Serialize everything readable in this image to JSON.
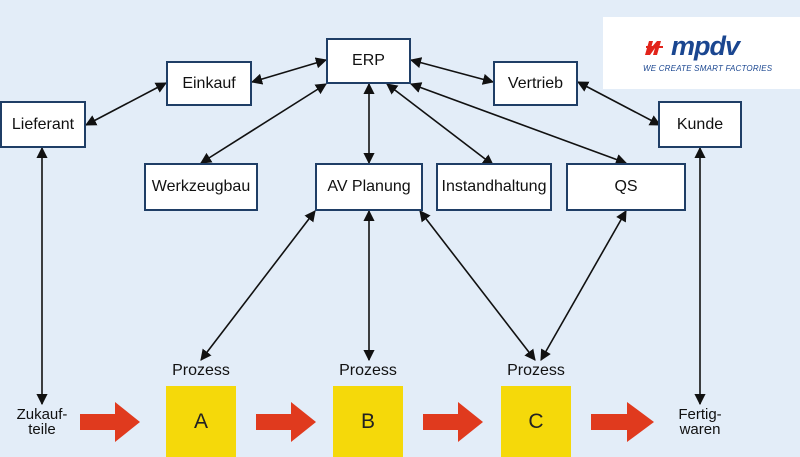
{
  "logo": {
    "wordmark": "mpdv",
    "tagline": "WE CREATE SMART FACTORIES",
    "brand_color": "#1a4690",
    "accent_color": "#e2231a"
  },
  "boxes": {
    "erp": "ERP",
    "einkauf": "Einkauf",
    "vertrieb": "Vertrieb",
    "lieferant": "Lieferant",
    "kunde": "Kunde",
    "werkzeugbau": "Werkzeugbau",
    "av_planung": "AV Planung",
    "instandhaltung": "Instandhaltung",
    "qs": "QS"
  },
  "process_label": "Prozess",
  "stages": [
    "A",
    "B",
    "C"
  ],
  "inputs": {
    "line1": "Zukauf-",
    "line2": "teile"
  },
  "outputs": {
    "line1": "Fertig-",
    "line2": "waren"
  },
  "colors": {
    "background": "#e3edf8",
    "box_border": "#1f3e66",
    "stage_fill": "#f5d90a",
    "flow_arrow": "#e03a1e",
    "connector": "#111111"
  }
}
